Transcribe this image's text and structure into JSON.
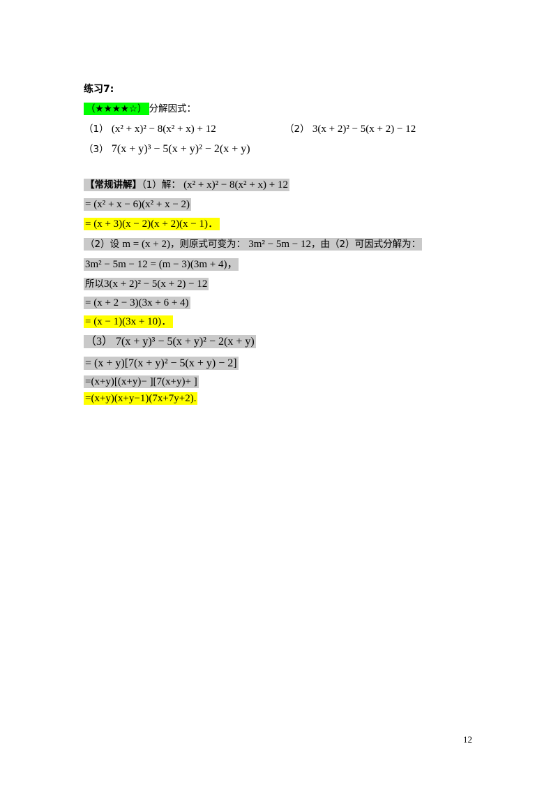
{
  "header": {
    "title": "练习7:"
  },
  "problem": {
    "stars": "（★★★★☆）",
    "instruction": "分解因式：",
    "items": [
      {
        "num": "（1）",
        "expr": "(x² + x)² − 8(x² + x) + 12"
      },
      {
        "num": "（2）",
        "expr": "3(x + 2)² − 5(x + 2) − 12"
      },
      {
        "num": "（3）",
        "expr": "7(x + y)³ − 5(x + y)² − 2(x + y)"
      }
    ]
  },
  "solution": {
    "heading": "【常规讲解】",
    "part1_label": "（1）解：",
    "part1_expr": "(x² + x)² − 8(x² + x) + 12",
    "step1": "= (x² + x − 6)(x² + x − 2)",
    "step2": "= (x + 3)(x − 2)(x + 2)(x − 1)．",
    "part2_a": "（2）设",
    "part2_sub": "m = (x + 2)",
    "part2_b": "，则原式可变为：",
    "part2_expr": "3m² − 5m − 12",
    "part2_c": "，由（2）可因式分解为：",
    "step3": "3m² − 5m − 12 = (m − 3)(3m + 4)，",
    "step4_label": "所以",
    "step4_expr": "3(x + 2)² − 5(x + 2) − 12",
    "step5": "= (x + 2 − 3)(3x + 6 + 4)",
    "step6": "= (x − 1)(3x + 10)．",
    "part3": "（3） 7(x + y)³ − 5(x + y)² − 2(x + y)",
    "step7": "= (x + y)[7(x + y)² − 5(x + y) − 2]",
    "step8": "=(x+y)[(x+y)− ][7(x+y)+ ]",
    "step9": "=(x+y)(x+y−1)(7x+7y+2)."
  },
  "page_number": "12"
}
